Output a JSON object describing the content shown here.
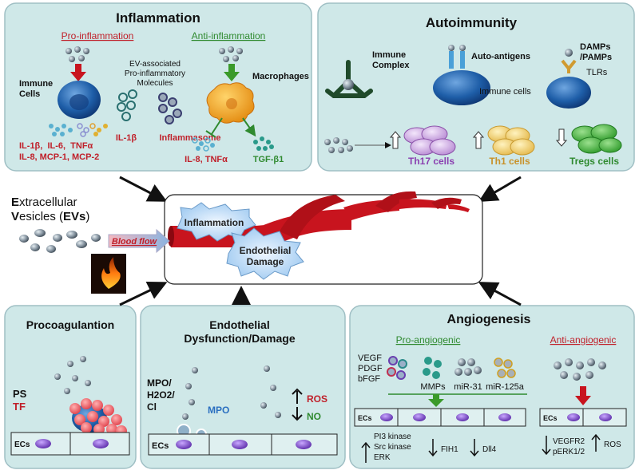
{
  "colors": {
    "panel_fill": "#cfe8e8",
    "panel_stroke": "#9fbfc4",
    "red_text": "#c0202a",
    "green_text": "#2f8a2f",
    "purple_text": "#8a3fb0",
    "orange_text": "#c8922a",
    "blue_text": "#2a6fc0",
    "vessel_red": "#c8141e",
    "cell_blue": "#1f5fa8",
    "macrophage_orange": "#f2a020",
    "ev_gray": "#7a8690"
  },
  "inflammation": {
    "title": "Inflammation",
    "pro_label": "Pro-inflammation",
    "anti_label": "Anti-inflammation",
    "immune_cells": "Immune\nCells",
    "ev_molecules": "EV-associated\nPro-inflammatory\nMolecules",
    "macrophages": "Macrophages",
    "il1b": "IL-1β",
    "inflammasome": "Inflammasome",
    "cytokines_line1": "IL-1β,  IL-6,  TNFα",
    "cytokines_line2": "IL-8, MCP-1, MCP-2",
    "il8_tnf": "IL-8, TNFα",
    "tgf": "TGF-β1"
  },
  "autoimmunity": {
    "title": "Autoimmunity",
    "immune_complex": "Immune\nComplex",
    "auto_antigens": "Auto-antigens",
    "damps": "DAMPs\n/PAMPs",
    "tlrs": "TLRs",
    "immune_cells": "Immune cells",
    "th17": "Th17 cells",
    "th1": "Th1 cells",
    "tregs": "Tregs cells"
  },
  "center": {
    "ev_title_line1": "Extracellular",
    "ev_title_line2": "Vesicles (EVs)",
    "blood_flow": "Blood flow",
    "inflammation_badge": "Inflammation",
    "endothelial_badge": "Endothelial\nDamage"
  },
  "procoagulation": {
    "title": "Procoagulantion",
    "ps": "PS",
    "tf": "TF",
    "ecs": "ECs"
  },
  "endothelial": {
    "title": "Endothelial\nDysfunction/Damage",
    "mpo_label": "MPO/\nH2O2/\nCl",
    "mpo": "MPO",
    "ros": "ROS",
    "no": "NO",
    "ecs": "ECs"
  },
  "angiogenesis": {
    "title": "Angiogenesis",
    "pro_label": "Pro-angiogenic",
    "anti_label": "Anti-angiogenic",
    "growth_factors": "VEGF\nPDGF\nbFGF",
    "mmps": "MMPs",
    "mir31": "miR-31",
    "mir125": "miR-125a",
    "ecs": "ECs",
    "pi3k": "PI3 kinase\nSrc kinase\nERK",
    "fih1": "FIH1",
    "dll4": "Dll4",
    "vegfr2": "VEGFR2\npERK1/2",
    "ros": "ROS"
  }
}
